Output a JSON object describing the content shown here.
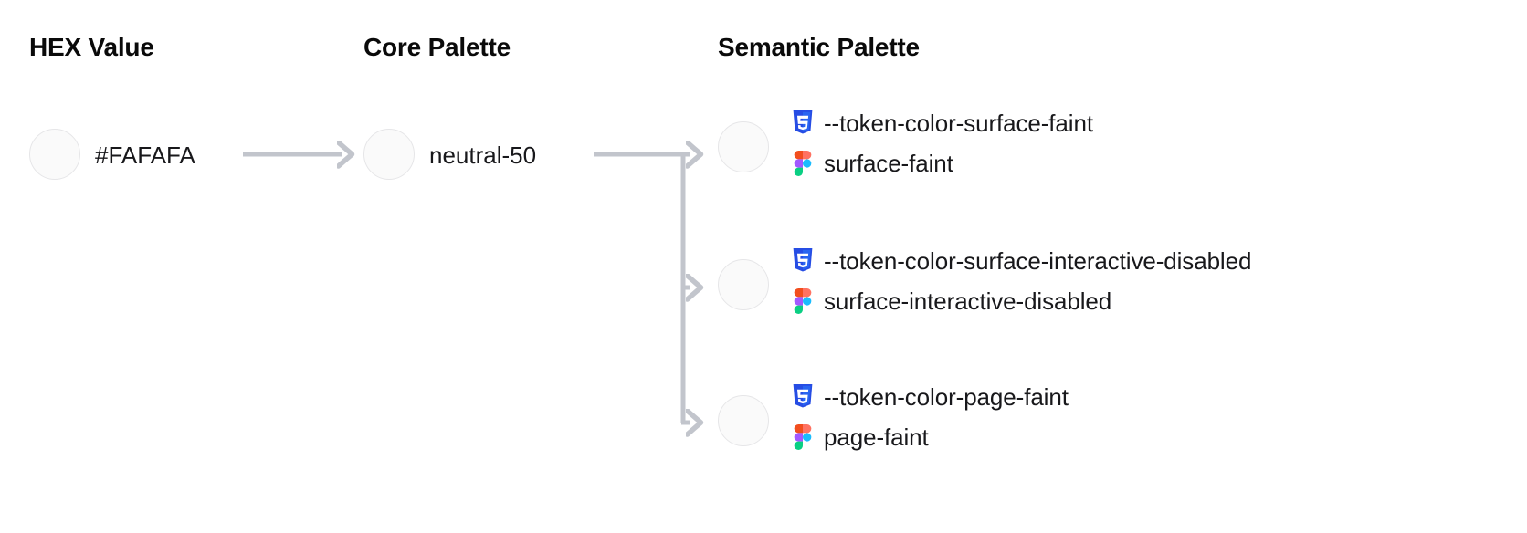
{
  "columns": {
    "hex": {
      "heading": "HEX Value"
    },
    "core": {
      "heading": "Core Palette"
    },
    "semantic": {
      "heading": "Semantic Palette"
    }
  },
  "swatch_color": "#FAFAFA",
  "hex": {
    "value": "#FAFAFA"
  },
  "core": {
    "value": "neutral-50"
  },
  "semantic": {
    "rows": [
      {
        "css_icon": "css3-icon",
        "css_token": "--token-color-surface-faint",
        "figma_icon": "figma-icon",
        "figma_token": "surface-faint"
      },
      {
        "css_icon": "css3-icon",
        "css_token": "--token-color-surface-interactive-disabled",
        "figma_icon": "figma-icon",
        "figma_token": "surface-interactive-disabled"
      },
      {
        "css_icon": "css3-icon",
        "css_token": "--token-color-page-faint",
        "figma_icon": "figma-icon",
        "figma_token": "page-faint"
      }
    ]
  },
  "colors": {
    "text": "#18181b",
    "heading": "#0a0a0a",
    "connector": "#C2C5CC",
    "swatch_border": "#E6E6E8",
    "css_shield": "#264DE4",
    "css_shield_dark": "#2965F1",
    "figma_orange": "#F24E1E",
    "figma_salmon": "#FF7262",
    "figma_purple": "#A259FF",
    "figma_blue": "#1ABCFE",
    "figma_green": "#0ACF83"
  },
  "icon_names": {
    "css": "css3-icon",
    "figma": "figma-icon",
    "arrow": "arrow-right-icon"
  }
}
